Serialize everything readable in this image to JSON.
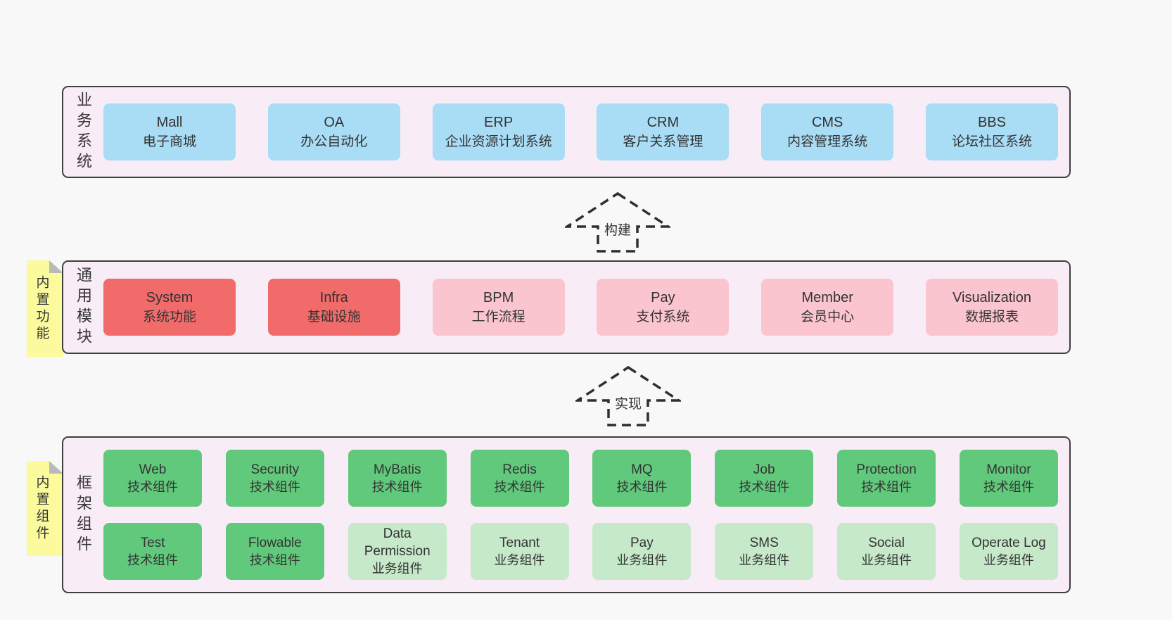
{
  "colors": {
    "page_bg": "#f8f8f8",
    "container_bg": "#f8ecf6",
    "container_border": "#3f3f3f",
    "box_blue": "#a9dcf5",
    "box_red": "#f16b6b",
    "box_pink": "#fbc5cf",
    "box_green": "#61c97b",
    "box_green_light": "#c6e9c9",
    "sticky_yellow": "#fbfb9d",
    "sticky_fold": "#b9b9b9",
    "arrow_stroke": "#2f2f2f",
    "text": "#333333"
  },
  "sections": [
    {
      "label": "业务系统",
      "boxes": [
        {
          "title": "Mall",
          "subtitle": "电子商城",
          "variant": "blue"
        },
        {
          "title": "OA",
          "subtitle": "办公自动化",
          "variant": "blue"
        },
        {
          "title": "ERP",
          "subtitle": "企业资源计划系统",
          "variant": "blue"
        },
        {
          "title": "CRM",
          "subtitle": "客户关系管理",
          "variant": "blue"
        },
        {
          "title": "CMS",
          "subtitle": "内容管理系统",
          "variant": "blue"
        },
        {
          "title": "BBS",
          "subtitle": "论坛社区系统",
          "variant": "blue"
        }
      ]
    },
    {
      "label": "通用模块",
      "sticky": "内置功能",
      "boxes": [
        {
          "title": "System",
          "subtitle": "系统功能",
          "variant": "red"
        },
        {
          "title": "Infra",
          "subtitle": "基础设施",
          "variant": "red"
        },
        {
          "title": "BPM",
          "subtitle": "工作流程",
          "variant": "pink"
        },
        {
          "title": "Pay",
          "subtitle": "支付系统",
          "variant": "pink"
        },
        {
          "title": "Member",
          "subtitle": "会员中心",
          "variant": "pink"
        },
        {
          "title": "Visualization",
          "subtitle": "数据报表",
          "variant": "pink"
        }
      ]
    },
    {
      "label": "框架组件",
      "sticky": "内置组件",
      "rows": [
        [
          {
            "title": "Web",
            "subtitle": "技术组件",
            "variant": "green"
          },
          {
            "title": "Security",
            "subtitle": "技术组件",
            "variant": "green"
          },
          {
            "title": "MyBatis",
            "subtitle": "技术组件",
            "variant": "green"
          },
          {
            "title": "Redis",
            "subtitle": "技术组件",
            "variant": "green"
          },
          {
            "title": "MQ",
            "subtitle": "技术组件",
            "variant": "green"
          },
          {
            "title": "Job",
            "subtitle": "技术组件",
            "variant": "green"
          },
          {
            "title": "Protection",
            "subtitle": "技术组件",
            "variant": "green"
          },
          {
            "title": "Monitor",
            "subtitle": "技术组件",
            "variant": "green"
          }
        ],
        [
          {
            "title": "Test",
            "subtitle": "技术组件",
            "variant": "green"
          },
          {
            "title": "Flowable",
            "subtitle": "技术组件",
            "variant": "green"
          },
          {
            "title": "Data Permission",
            "subtitle": "业务组件",
            "variant": "greenlight"
          },
          {
            "title": "Tenant",
            "subtitle": "业务组件",
            "variant": "greenlight"
          },
          {
            "title": "Pay",
            "subtitle": "业务组件",
            "variant": "greenlight"
          },
          {
            "title": "SMS",
            "subtitle": "业务组件",
            "variant": "greenlight"
          },
          {
            "title": "Social",
            "subtitle": "业务组件",
            "variant": "greenlight"
          },
          {
            "title": "Operate Log",
            "subtitle": "业务组件",
            "variant": "greenlight"
          }
        ]
      ]
    }
  ],
  "arrows": [
    {
      "label": "构建"
    },
    {
      "label": "实现"
    }
  ]
}
